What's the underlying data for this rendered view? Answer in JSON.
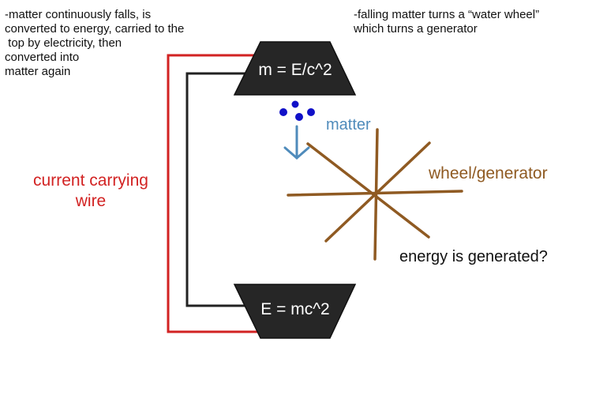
{
  "notes": {
    "left": "-matter continuously falls, is\nconverted to energy, carried to the\n top by electricity, then\nconverted into\nmatter again",
    "right": "-falling matter turns a “water wheel”\nwhich turns a generator"
  },
  "labels": {
    "wire": "current carrying\nwire",
    "matter": "matter",
    "wheel": "wheel/generator",
    "energy": "energy is generated?"
  },
  "equations": {
    "top": "m = E/c^2",
    "bottom": "E = mc^2"
  },
  "colors": {
    "wire_red": "#d22222",
    "wire_black": "#222222",
    "block": "#262626",
    "matter_dots": "#1010c8",
    "arrow": "#4f8bbb",
    "wheel": "#8f5a22"
  }
}
